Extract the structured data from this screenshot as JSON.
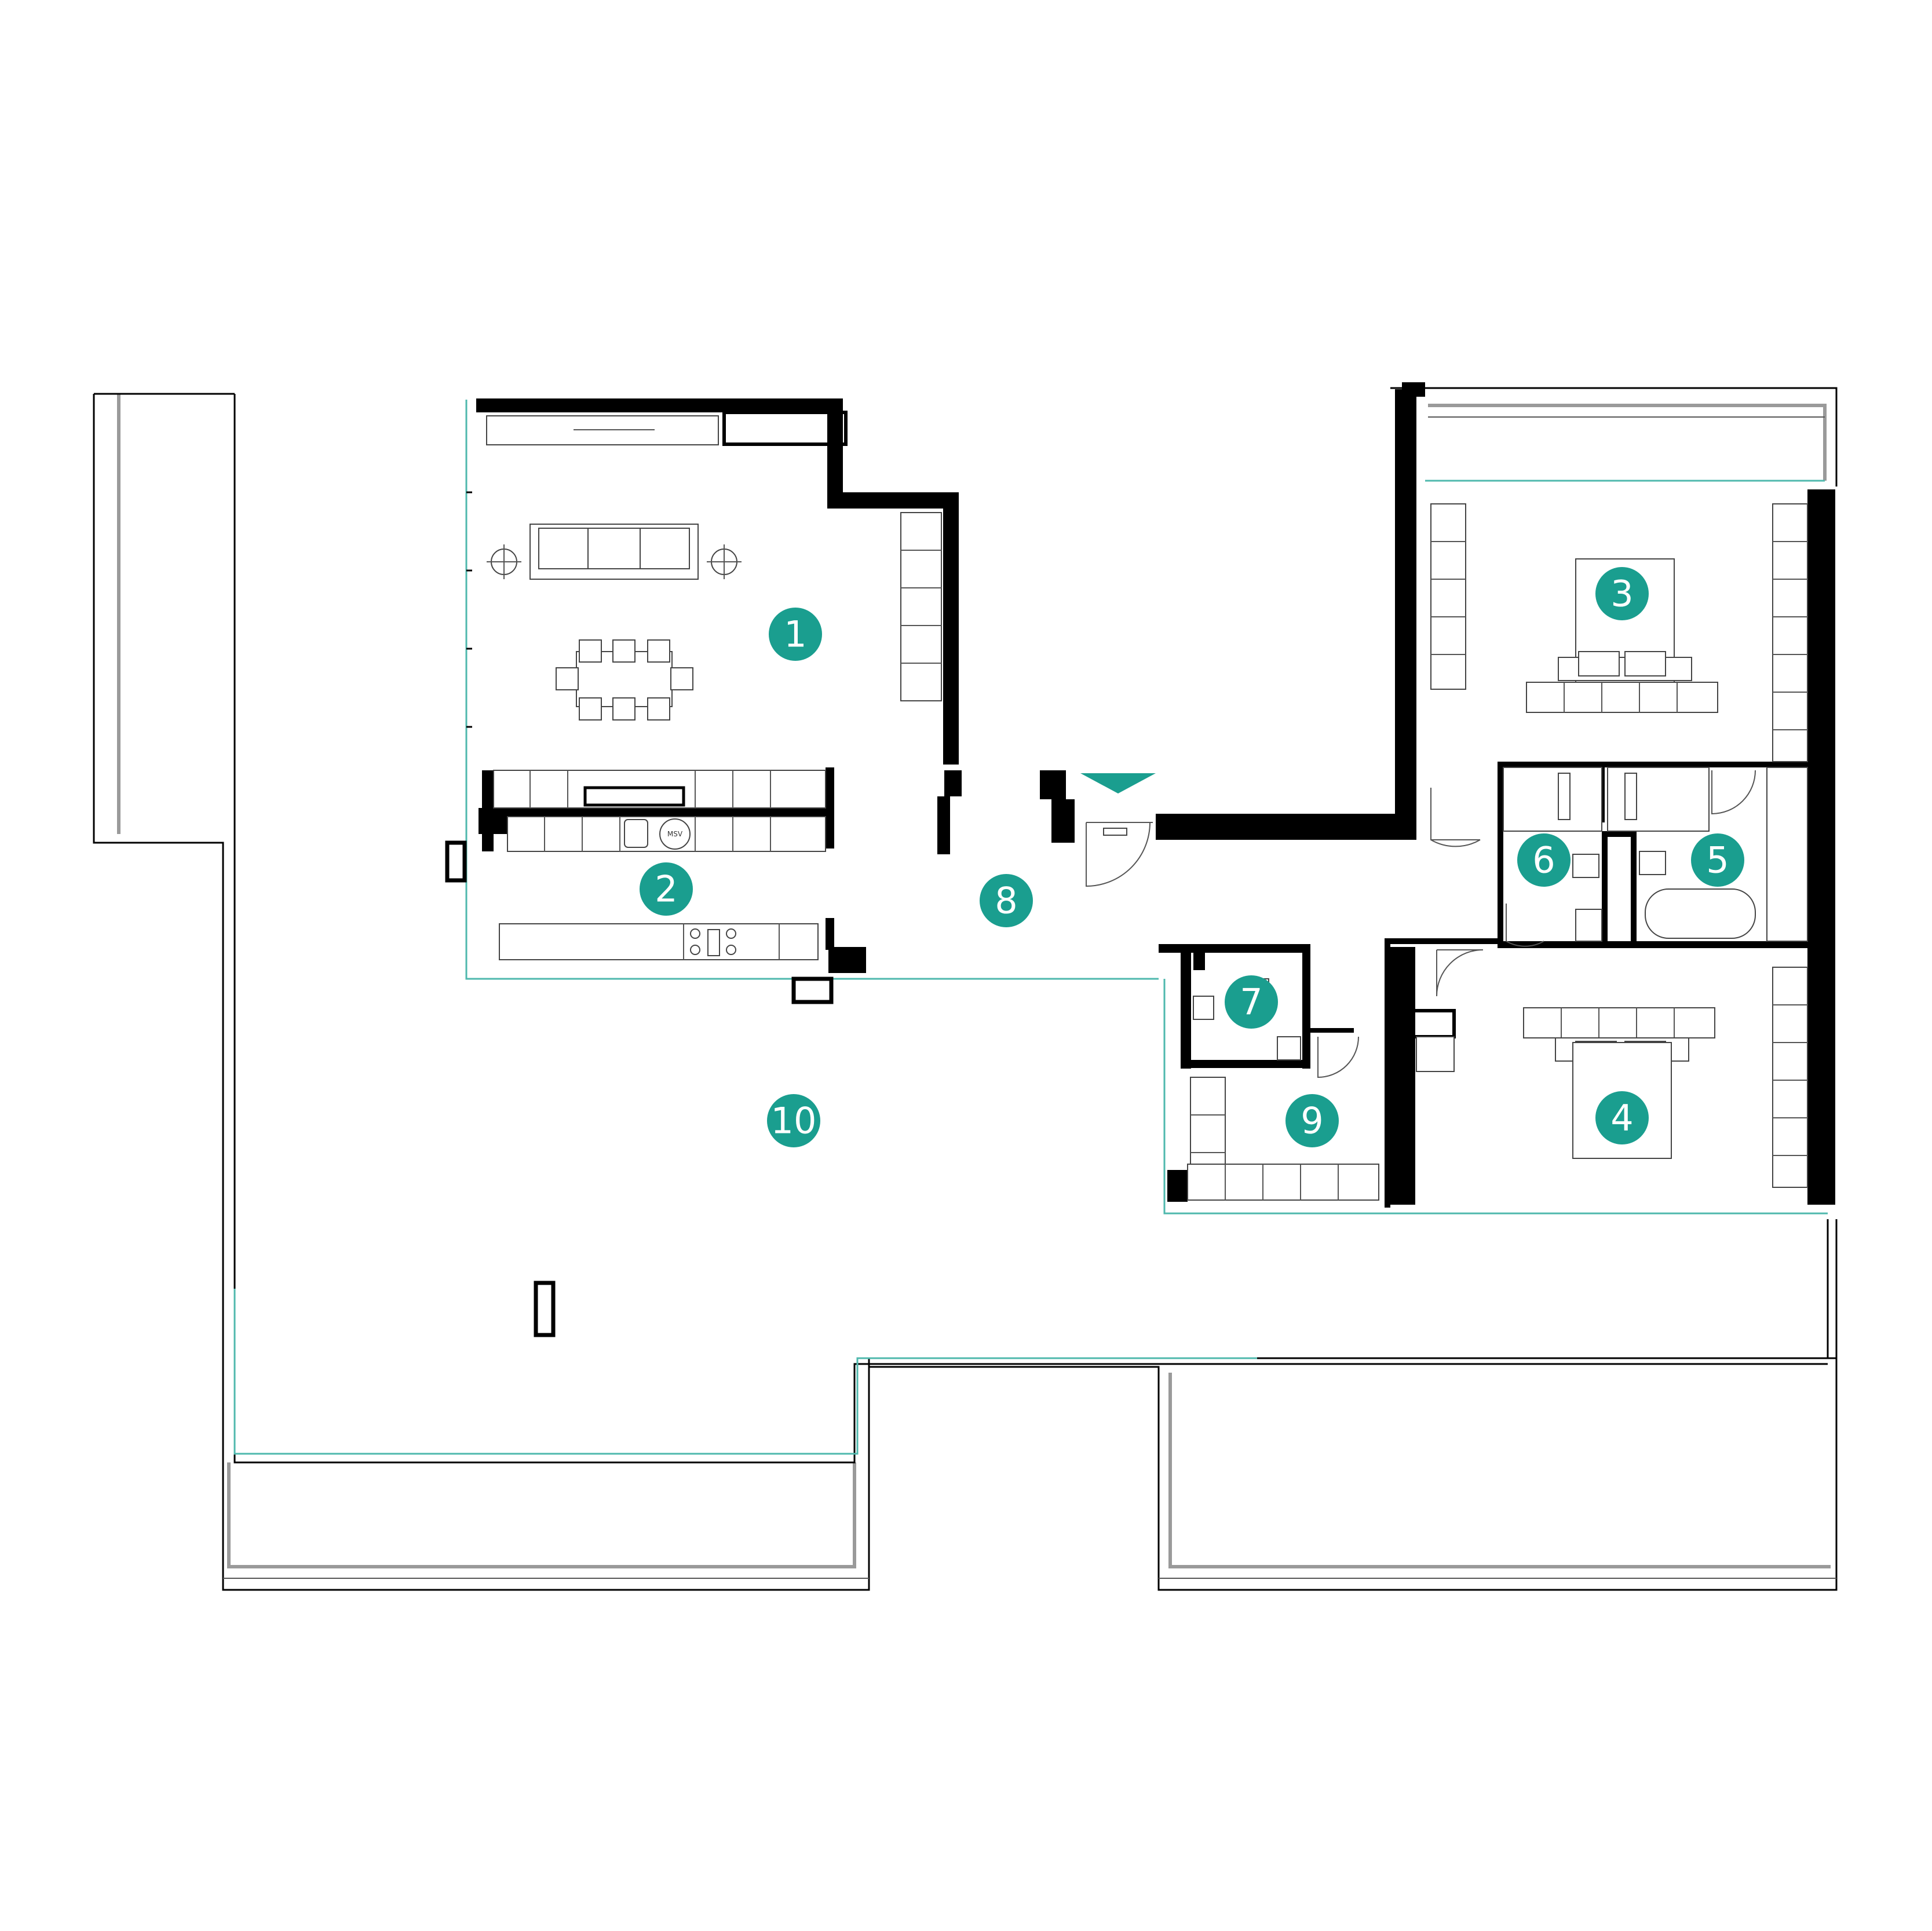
{
  "colors": {
    "accent": "#1a9e8f",
    "wall": "#000000",
    "glass": "#4fb8ad"
  },
  "rooms": [
    {
      "label": "1"
    },
    {
      "label": "2"
    },
    {
      "label": "3"
    },
    {
      "label": "4"
    },
    {
      "label": "5"
    },
    {
      "label": "6"
    },
    {
      "label": "7"
    },
    {
      "label": "8"
    },
    {
      "label": "9"
    },
    {
      "label": "10"
    }
  ],
  "appliances": {
    "microwave_label": "MSV"
  },
  "entrance": {
    "icon": "entrance-arrow-icon"
  }
}
